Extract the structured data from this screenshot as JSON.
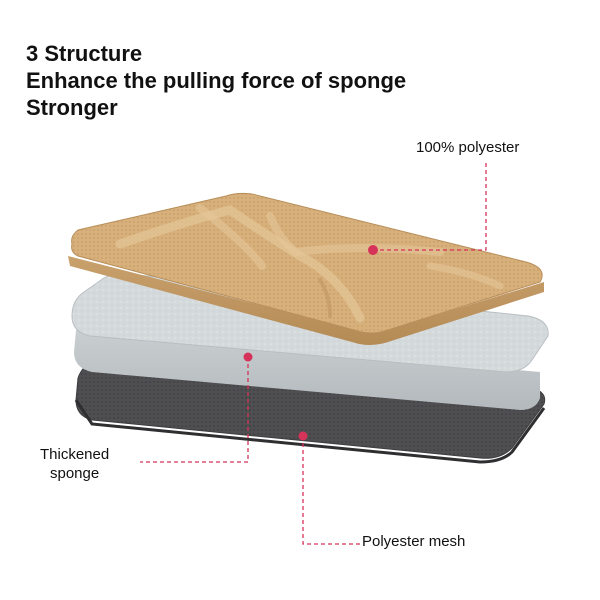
{
  "heading": {
    "line1": "3 Structure",
    "line2": "Enhance the pulling force of sponge",
    "line3": "Stronger"
  },
  "layers": [
    {
      "name": "polyester",
      "label": "100% polyester",
      "color": "#d9b483"
    },
    {
      "name": "sponge",
      "label_line1": "Thickened",
      "label_line2": "sponge",
      "color": "#d3d8da"
    },
    {
      "name": "mesh",
      "label": "Polyester mesh",
      "color": "#4d4d4f"
    }
  ],
  "colors": {
    "leader": "#d6335a",
    "text": "#111111"
  }
}
